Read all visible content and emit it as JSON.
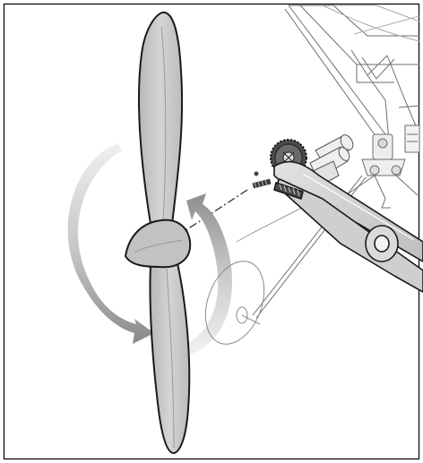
{
  "figure": {
    "subject": "propeller-installation",
    "colors": {
      "background": "#ffffff",
      "frame": "#000000",
      "propeller_fill": "#c8c8c8",
      "propeller_stroke": "#1a1a1a",
      "tool_fill": "#d2d2d2",
      "arrow_light": "#e6e6e6",
      "arrow_dark": "#8e8e8e",
      "airframe_stroke": "#6e6e6e"
    },
    "icons": [
      "propeller",
      "rotation-arrow",
      "pliers",
      "gear",
      "motor-shaft",
      "landing-gear"
    ]
  }
}
